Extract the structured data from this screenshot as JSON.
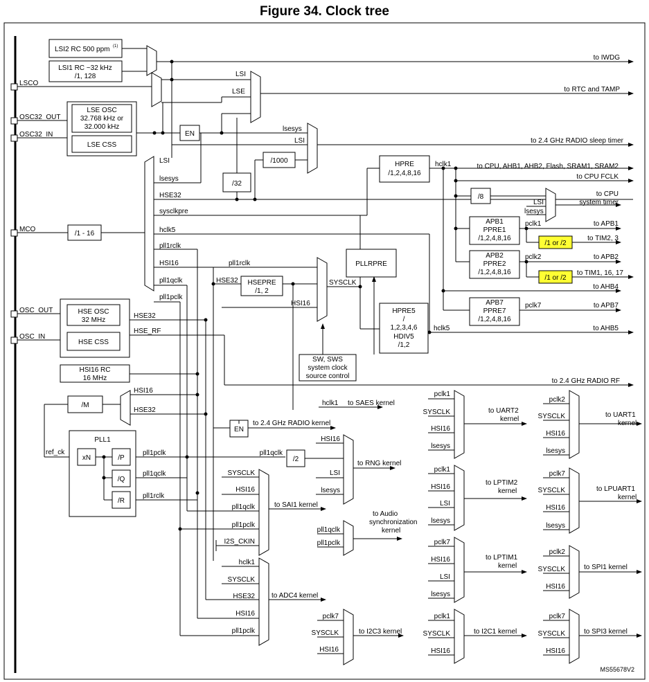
{
  "figure_title": "Figure 34. Clock tree",
  "footer_ref": "MS55678V2",
  "pins": {
    "lsco": "LSCO",
    "osc32_out": "OSC32_OUT",
    "osc32_in": "OSC32_IN",
    "mco": "MCO",
    "osc_out": "OSC_OUT",
    "osc_in": "OSC_IN"
  },
  "blocks": {
    "lsi2_rc": "LSI2 RC 500 ppm",
    "lsi2_note": "(1)",
    "lsi1_rc_l1": "LSI1 RC ~32 kHz",
    "lsi1_rc_l2": "/1, 128",
    "lse_osc_l1": "LSE OSC",
    "lse_osc_l2": "32.768 kHz or",
    "lse_osc_l3": "32.000 kHz",
    "lse_css": "LSE CSS",
    "en": "EN",
    "div1000": "/1000",
    "div32": "/32",
    "mco_div": "/1 - 16",
    "hse_osc_l1": "HSE OSC",
    "hse_osc_l2": "32 MHz",
    "hse_css": "HSE CSS",
    "hsi16_rc_l1": "HSI16 RC",
    "hsi16_rc_l2": "16 MHz",
    "hsepre_l1": "HSEPRE",
    "hsepre_l2": "/1, 2",
    "pllrpre": "PLLRPRE",
    "hpre_l1": "HPRE",
    "hpre_l2": "/1,2,4,8,16",
    "hpre5_l1": "HPRE5",
    "hpre5_l2": "/",
    "hpre5_l3": "1,2,3,4,6",
    "hpre5_l4": "HDIV5",
    "hpre5_l5": "/1,2",
    "sw_l1": "SW, SWS",
    "sw_l2": "system clock",
    "sw_l3": "source control",
    "div8": "/8",
    "apb1_l1": "APB1",
    "apb1_l2": "PPRE1",
    "apb1_l3": "/1,2,4,8,16",
    "apb2_l1": "APB2",
    "apb2_l2": "PPRE2",
    "apb2_l3": "/1,2,4,8,16",
    "apb7_l1": "APB7",
    "apb7_l2": "PPRE7",
    "apb7_l3": "/1,2,4,8,16",
    "tim_div_a": "/1 or /2",
    "tim_div_b": "/1 or /2",
    "div_m": "/M",
    "pll1": "PLL1",
    "xn": "xN",
    "div_p": "/P",
    "div_q": "/Q",
    "div_r": "/R",
    "div2": "/2",
    "en2": "EN"
  },
  "signals": {
    "lsi": "LSI",
    "lse": "LSE",
    "lsesys": "lsesys",
    "lsi_b": "LSI",
    "lsi_c": "LSI",
    "hse32": "HSE32",
    "sysclkpre": "sysclkpre",
    "hclk5": "hclk5",
    "pll1rclk": "pll1rclk",
    "hsi16": "HSI16",
    "pll1qclk": "pll1qclk",
    "pll1pclk": "pll1pclk",
    "pll1rclk_b": "pll1rclk",
    "hse32_b": "HSE32",
    "sysclk": "SYSCLK",
    "hsi16_b": "HSI16",
    "hse32_c": "HSE32",
    "hse_rf": "HSE_RF",
    "hclk1": "hclk1",
    "lsi_d": "LSI",
    "lsesys_b": "lsesys",
    "pclk1": "pclk1",
    "pclk2": "pclk2",
    "pclk7": "pclk7",
    "hclk5_b": "hclk5",
    "hsi16_c": "HSI16",
    "hse32_d": "HSE32",
    "ref_ck": "ref_ck",
    "pll1pclk_a": "pll1pclk",
    "pll1qclk_a": "pll1qclk",
    "pll1rclk_a": "pll1rclk",
    "pll1qclk_b": "pll1qclk"
  },
  "outputs": {
    "iwdg": "to IWDG",
    "rtc": "to RTC and TAMP",
    "radio_sleep": "to 2.4 GHz RADIO sleep timer",
    "cpu_ahb": "to CPU, AHB1, AHB2, Flash, SRAM1, SRAM2",
    "cpu_fclk": "to CPU FCLK",
    "cpu_sys_l1": "to CPU",
    "cpu_sys_l2": "system timer",
    "apb1": "to APB1",
    "tim23": "to TIM2, 3",
    "apb2": "to APB2",
    "tim11617": "to TIM1, 16, 17",
    "ahb4": "to AHB4",
    "apb7": "to APB7",
    "ahb5": "to AHB5",
    "radio_rf": "to 2.4 GHz RADIO RF",
    "saes": "to SAES kernel",
    "radio_kernel": "to 2.4 GHz RADIO kernel",
    "rng": "to RNG kernel",
    "sai1": "to SAI1 kernel",
    "audio_l1": "to Audio",
    "audio_l2": "synchronization",
    "audio_l3": "kernel",
    "adc4": "to ADC4 kernel",
    "i2c3": "to I2C3 kernel",
    "uart2_l1": "to UART2",
    "uart2_l2": "kernel",
    "uart1_l1": "to UART1",
    "uart1_l2": "kernel",
    "lptim2_l1": "to LPTIM2",
    "lptim2_l2": "kernel",
    "lpuart1_l1": "to LPUART1",
    "lpuart1_l2": "kernel",
    "lptim1_l1": "to LPTIM1",
    "lptim1_l2": "kernel",
    "spi1": "to SPI1 kernel",
    "i2c1": "to I2C1 kernel",
    "spi3": "to SPI3 kernel"
  },
  "mux_inputs": {
    "rng": [
      "HSI16",
      "pll1qclk",
      "LSI",
      "lsesys"
    ],
    "sai1": [
      "SYSCLK",
      "HSI16",
      "pll1qclk",
      "pll1pclk",
      "I2S_CKIN"
    ],
    "adc4": [
      "hclk1",
      "SYSCLK",
      "HSE32",
      "HSI16",
      "pll1pclk"
    ],
    "i2c3": [
      "pclk7",
      "SYSCLK",
      "HSI16"
    ],
    "audio": [
      "pll1qclk",
      "pll1pclk"
    ],
    "uart2": [
      "pclk1",
      "SYSCLK",
      "HSI16",
      "lsesys"
    ],
    "uart1": [
      "pclk2",
      "SYSCLK",
      "HSI16",
      "lsesys"
    ],
    "lptim2": [
      "pclk1",
      "HSI16",
      "LSI",
      "lsesys"
    ],
    "lpuart1": [
      "pclk7",
      "SYSCLK",
      "HSI16",
      "lsesys"
    ],
    "lptim1": [
      "pclk7",
      "HSI16",
      "LSI",
      "lsesys"
    ],
    "spi1": [
      "pclk2",
      "SYSCLK",
      "HSI16"
    ],
    "i2c1": [
      "pclk1",
      "SYSCLK",
      "HSI16"
    ],
    "spi3": [
      "pclk7",
      "SYSCLK",
      "HSI16"
    ]
  }
}
